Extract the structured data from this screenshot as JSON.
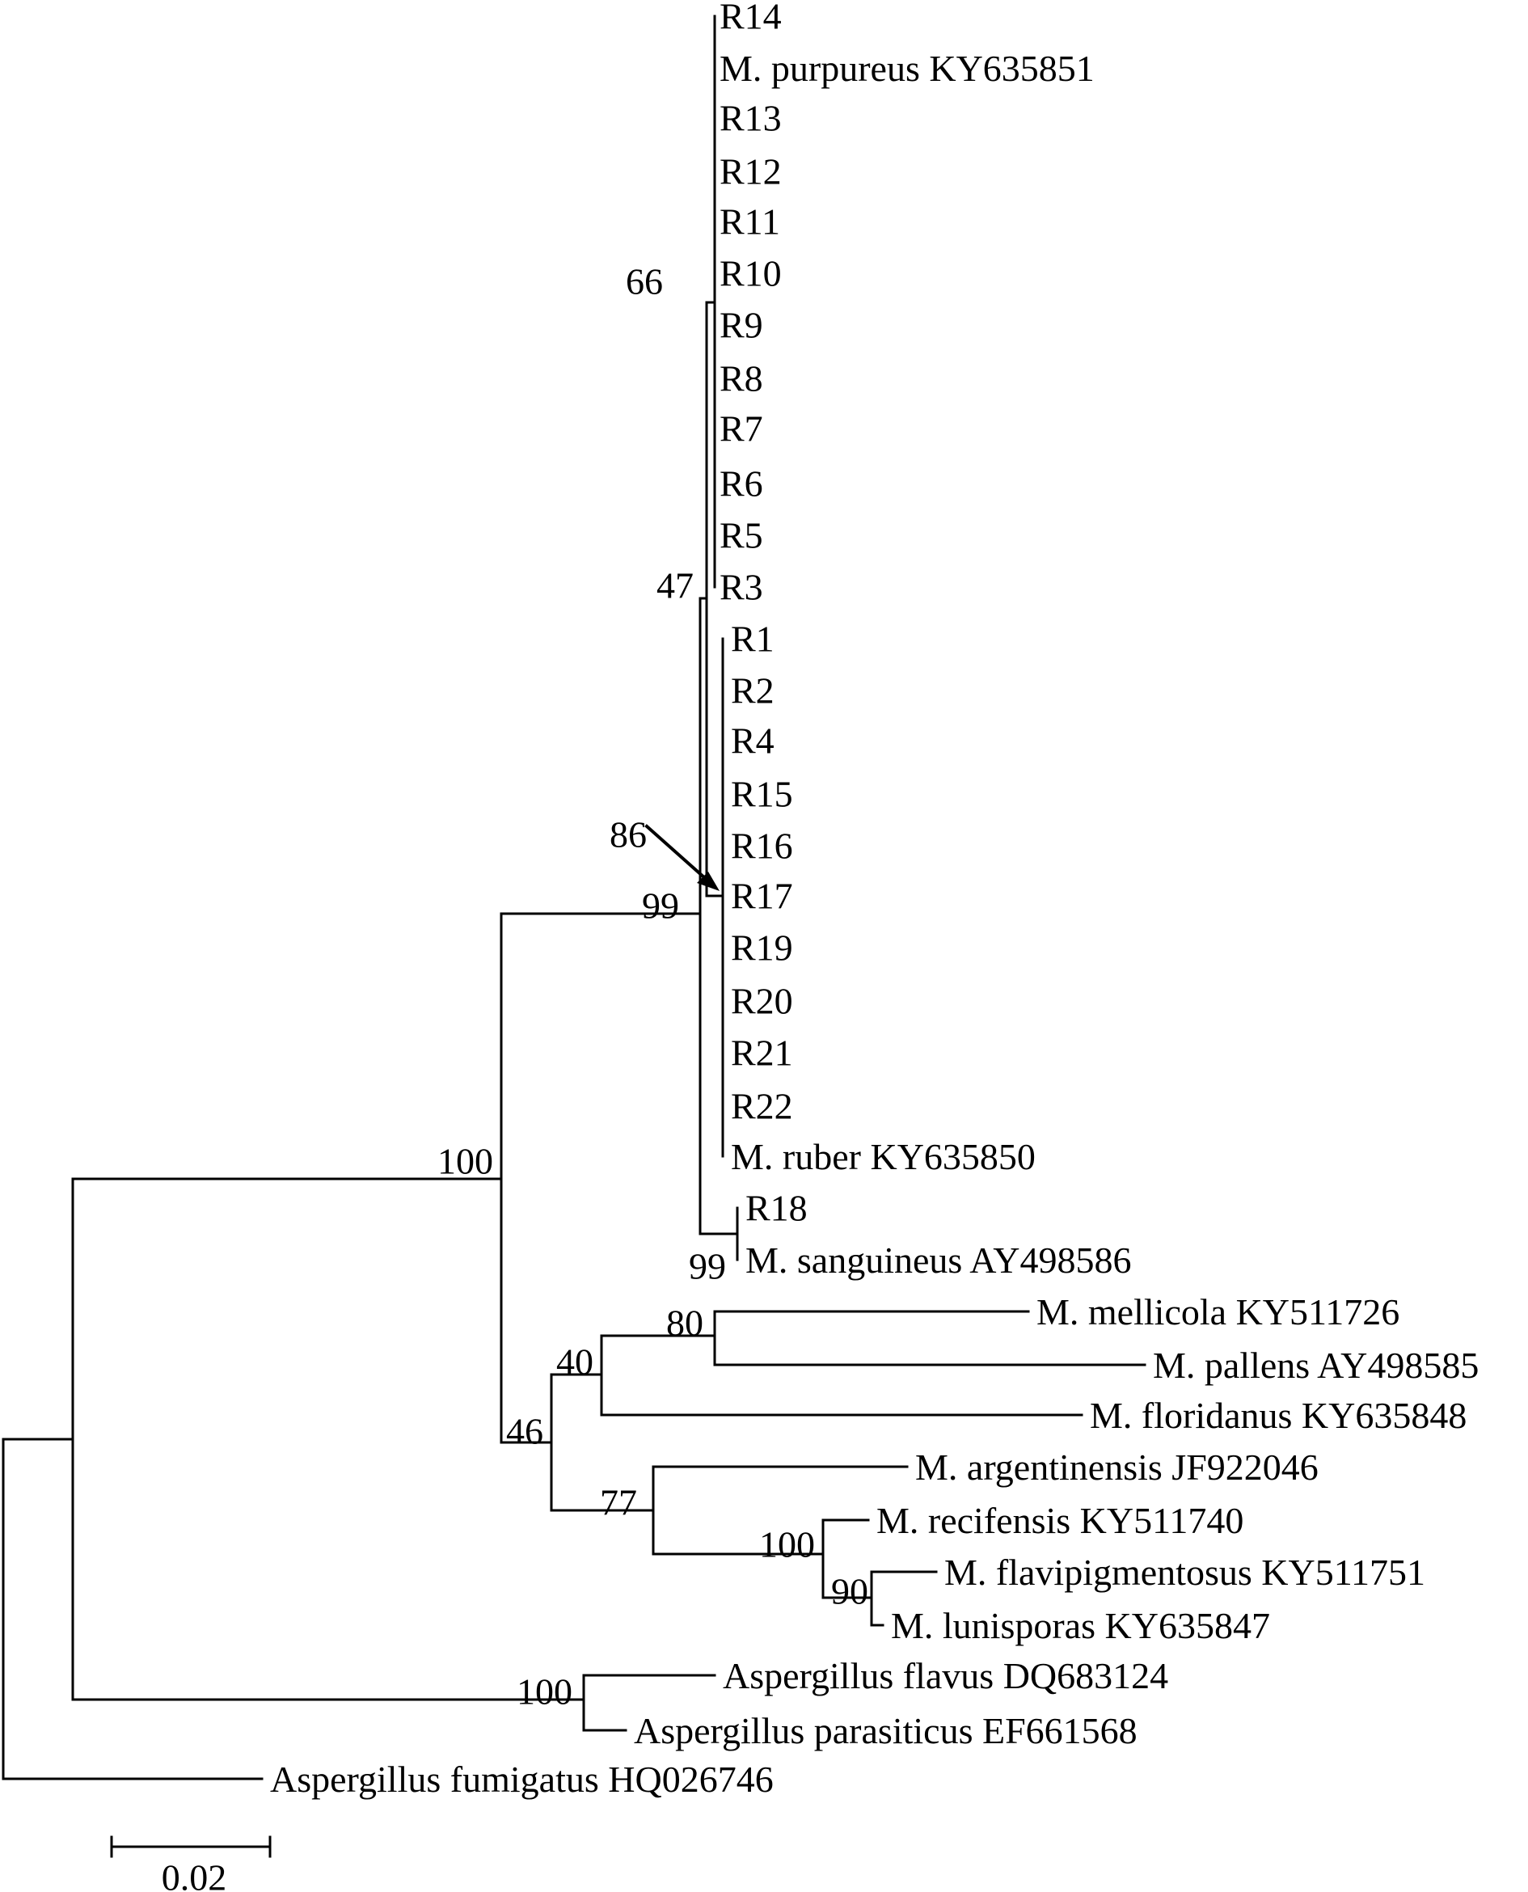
{
  "taxa": [
    {
      "id": "R14",
      "name": "",
      "acc": "R14"
    },
    {
      "id": "purpureus",
      "name": "M. purpureus",
      "acc": "KY635851"
    },
    {
      "id": "R13",
      "name": "",
      "acc": "R13"
    },
    {
      "id": "R12",
      "name": "",
      "acc": "R12"
    },
    {
      "id": "R11",
      "name": "",
      "acc": "R11"
    },
    {
      "id": "R10",
      "name": "",
      "acc": "R10"
    },
    {
      "id": "R9",
      "name": "",
      "acc": "R9"
    },
    {
      "id": "R8",
      "name": "",
      "acc": "R8"
    },
    {
      "id": "R7",
      "name": "",
      "acc": "R7"
    },
    {
      "id": "R6",
      "name": "",
      "acc": "R6"
    },
    {
      "id": "R5",
      "name": "",
      "acc": "R5"
    },
    {
      "id": "R3",
      "name": "",
      "acc": "R3"
    },
    {
      "id": "R1",
      "name": "",
      "acc": "R1"
    },
    {
      "id": "R2",
      "name": "",
      "acc": "R2"
    },
    {
      "id": "R4",
      "name": "",
      "acc": "R4"
    },
    {
      "id": "R15",
      "name": "",
      "acc": "R15"
    },
    {
      "id": "R16",
      "name": "",
      "acc": "R16"
    },
    {
      "id": "R17",
      "name": "",
      "acc": "R17"
    },
    {
      "id": "R19",
      "name": "",
      "acc": "R19"
    },
    {
      "id": "R20",
      "name": "",
      "acc": "R20"
    },
    {
      "id": "R21",
      "name": "",
      "acc": "R21"
    },
    {
      "id": "R22",
      "name": "",
      "acc": "R22"
    },
    {
      "id": "ruber",
      "name": "M. ruber",
      "acc": "KY635850"
    },
    {
      "id": "R18",
      "name": "",
      "acc": "R18"
    },
    {
      "id": "sanguineus",
      "name": "M. sanguineus",
      "acc": "AY498586"
    },
    {
      "id": "mellicola",
      "name": "M. mellicola",
      "acc": "KY511726"
    },
    {
      "id": "pallens",
      "name": "M. pallens",
      "acc": "AY498585"
    },
    {
      "id": "floridanus",
      "name": "M. floridanus",
      "acc": "KY635848"
    },
    {
      "id": "argentinensis",
      "name": "M. argentinensis",
      "acc": "JF922046"
    },
    {
      "id": "recifensis",
      "name": "M. recifensis",
      "acc": "KY511740"
    },
    {
      "id": "flavipigmentosus",
      "name": "M. flavipigmentosus",
      "acc": "KY511751"
    },
    {
      "id": "lunisporas",
      "name": "M. lunisporas",
      "acc": "KY635847"
    },
    {
      "id": "aflavus",
      "name": "Aspergillus flavus",
      "acc": "DQ683124"
    },
    {
      "id": "aparasiticus",
      "name": "Aspergillus parasiticus",
      "acc": "EF661568"
    },
    {
      "id": "afumigatus",
      "name": "Aspergillus fumigatus",
      "acc": "HQ026746"
    }
  ],
  "bootstrap": [
    "66",
    "47",
    "86",
    "99",
    "100",
    "99",
    "80",
    "40",
    "46",
    "77",
    "100",
    "90",
    "100"
  ],
  "scale_bar": {
    "label": "0.02",
    "value": 0.02
  }
}
